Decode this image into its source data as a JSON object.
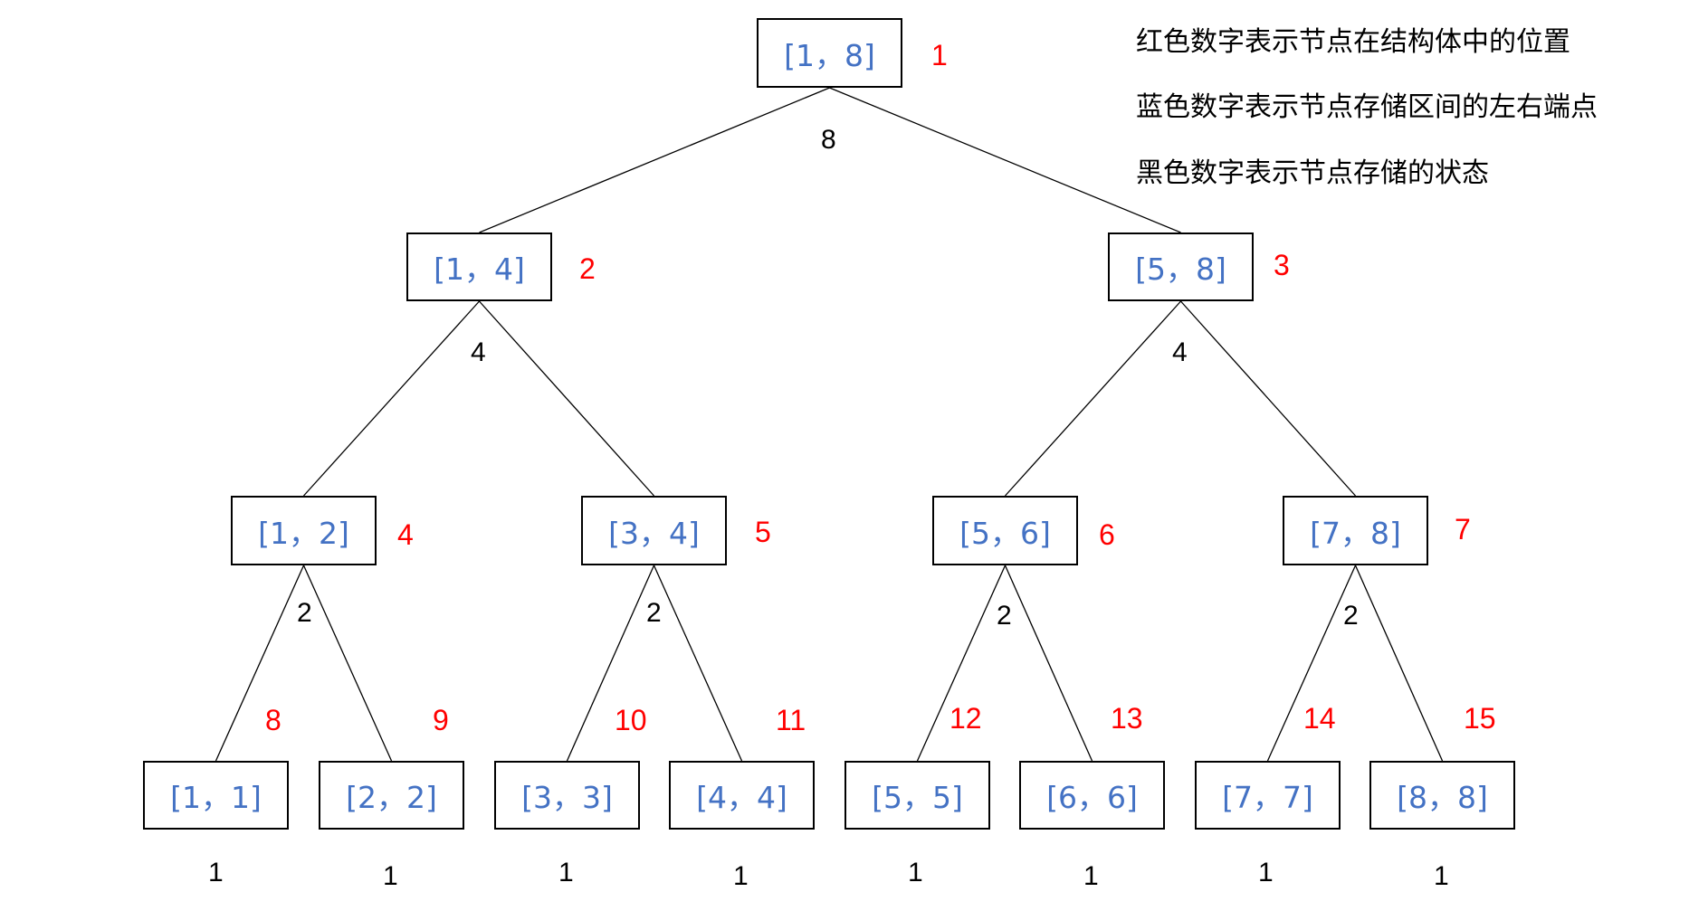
{
  "legend": {
    "red": "红色数字表示节点在结构体中的位置",
    "blue": "蓝色数字表示节点存储区间的左右端点",
    "black": "黑色数字表示节点存储的状态"
  },
  "colors": {
    "index": "#ff0000",
    "interval": "#4472c4",
    "state": "#000000",
    "box_border": "#000000",
    "edge": "#000000"
  },
  "tree": {
    "nodes": [
      {
        "id": 1,
        "interval": "[1，8]",
        "index": "1",
        "state": "8",
        "parent": null
      },
      {
        "id": 2,
        "interval": "[1，4]",
        "index": "2",
        "state": "4",
        "parent": 1
      },
      {
        "id": 3,
        "interval": "[5，8]",
        "index": "3",
        "state": "4",
        "parent": 1
      },
      {
        "id": 4,
        "interval": "[1，2]",
        "index": "4",
        "state": "2",
        "parent": 2
      },
      {
        "id": 5,
        "interval": "[3，4]",
        "index": "5",
        "state": "2",
        "parent": 2
      },
      {
        "id": 6,
        "interval": "[5，6]",
        "index": "6",
        "state": "2",
        "parent": 3
      },
      {
        "id": 7,
        "interval": "[7，8]",
        "index": "7",
        "state": "2",
        "parent": 3
      },
      {
        "id": 8,
        "interval": "[1，1]",
        "index": "8",
        "state": "1",
        "parent": 4
      },
      {
        "id": 9,
        "interval": "[2，2]",
        "index": "9",
        "state": "1",
        "parent": 4
      },
      {
        "id": 10,
        "interval": "[3，3]",
        "index": "10",
        "state": "1",
        "parent": 5
      },
      {
        "id": 11,
        "interval": "[4，4]",
        "index": "11",
        "state": "1",
        "parent": 5
      },
      {
        "id": 12,
        "interval": "[5，5]",
        "index": "12",
        "state": "1",
        "parent": 6
      },
      {
        "id": 13,
        "interval": "[6，6]",
        "index": "13",
        "state": "1",
        "parent": 6
      },
      {
        "id": 14,
        "interval": "[7，7]",
        "index": "14",
        "state": "1",
        "parent": 7
      },
      {
        "id": 15,
        "interval": "[8，8]",
        "index": "15",
        "state": "1",
        "parent": 7
      }
    ]
  }
}
